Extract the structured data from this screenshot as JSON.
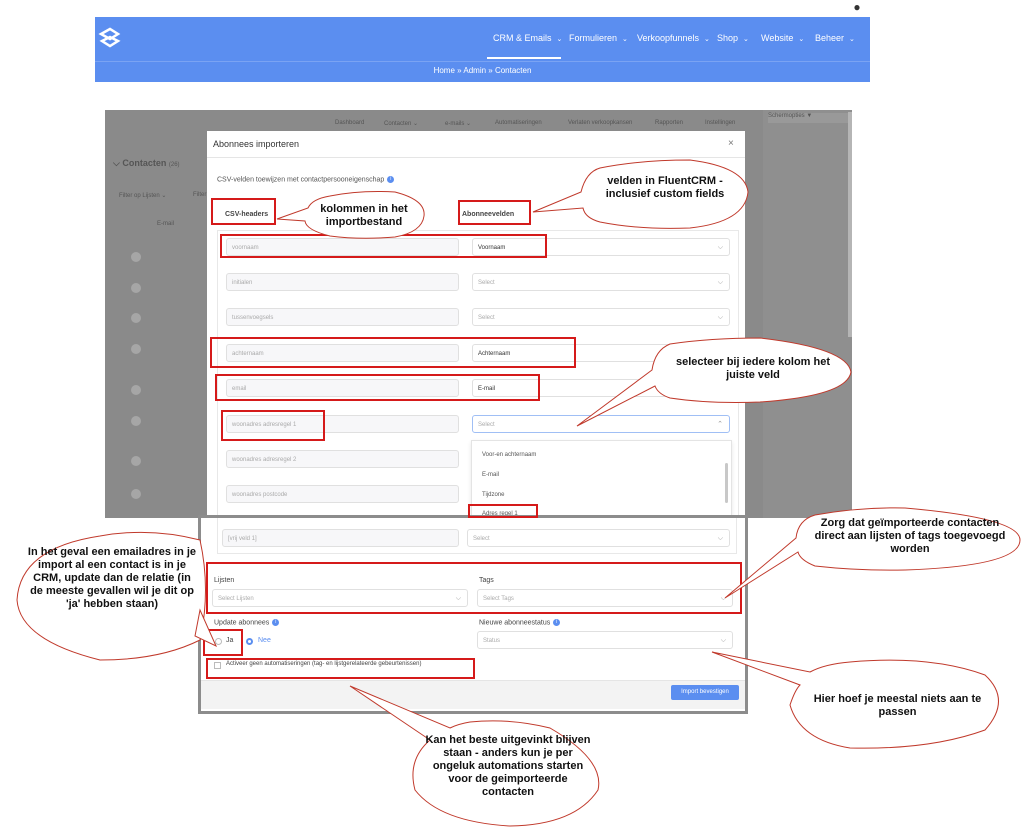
{
  "site": {
    "nav": [
      {
        "label": "CRM & Emails",
        "chevron": "⌄"
      },
      {
        "label": "Formulieren",
        "chevron": "⌄"
      },
      {
        "label": "Verkoopfunnels",
        "chevron": "⌄"
      },
      {
        "label": "Shop",
        "chevron": "⌄"
      },
      {
        "label": "Website",
        "chevron": "⌄"
      },
      {
        "label": "Beheer",
        "chevron": "⌄"
      }
    ],
    "breadcrumb": "Home » Admin » Contacten",
    "colors": {
      "nav": "#5b8ef0",
      "annotation": "#d51a1a"
    }
  },
  "background": {
    "tabs": [
      "Dashboard",
      "Contacten ⌄",
      "e-mails ⌄",
      "Automatiseringen",
      "Verlaten verkoopkansen",
      "Rapporten",
      "Instellingen"
    ],
    "side_button": "Schermopties ▼",
    "title": "Contacten",
    "count": "(26)",
    "filters": [
      "Filter op Lijsten ⌄",
      "Filter"
    ],
    "column": "E-mail"
  },
  "modal": {
    "title": "Abonnees importeren",
    "close": "×",
    "section": "CSV-velden toewijzen met contactpersooneigenschap",
    "col_csv": "CSV-headers",
    "col_sub": "Abonneevelden",
    "rows": [
      {
        "csv": "voornaam",
        "field": "Voornaam",
        "filled": true
      },
      {
        "csv": "initialen",
        "field": "Select",
        "filled": false
      },
      {
        "csv": "tussenvoegsels",
        "field": "Select",
        "filled": false
      },
      {
        "csv": "achternaam",
        "field": "Achternaam",
        "filled": true
      },
      {
        "csv": "email",
        "field": "E-mail",
        "filled": true
      },
      {
        "csv": "woonadres adresregel 1",
        "field": "Select",
        "filled": false
      },
      {
        "csv": "woonadres adresregel 2",
        "field": "",
        "filled": false
      },
      {
        "csv": "woonadres postcode",
        "field": "",
        "filled": false
      }
    ],
    "dropdown_options": [
      "Voor-en achternaam",
      "E-mail",
      "Tijdzone",
      "Adres regel 1"
    ],
    "extra_row": {
      "csv": "[vrij veld 1]",
      "field": "Select"
    },
    "lists_label": "Lijsten",
    "lists_placeholder": "Select Lijsten",
    "tags_label": "Tags",
    "tags_placeholder": "Select Tags",
    "update_label": "Update abonnees",
    "update_yes": "Ja",
    "update_no": "Nee",
    "status_label": "Nieuwe abonneestatus",
    "status_placeholder": "Status",
    "no_automation": "Activeer geen automatiseringen (tag- en lijstgerelateerde gebeurtenissen)",
    "import_button": "Import bevestigen"
  },
  "annotations": {
    "csv_columns": "kolommen in het importbestand",
    "fluentcrm_fields": "velden in FluentCRM - inclusief custom fields",
    "select_field": "selecteer bij iedere kolom het juiste veld",
    "lists_tags": "Zorg dat geïmporteerde contacten direct aan lijsten of tags toegevoegd worden",
    "update": "In het geval een emailadres in je import al een contact is in je CRM, update dan de relatie (in de meeste gevallen wil je dit op 'ja' hebben staan)",
    "status": "Hier hoef je meestal niets aan te passen",
    "automation": "Kan het beste uitgevinkt blijven staan - anders kun je per ongeluk automations starten voor de geimporteerde contacten"
  }
}
